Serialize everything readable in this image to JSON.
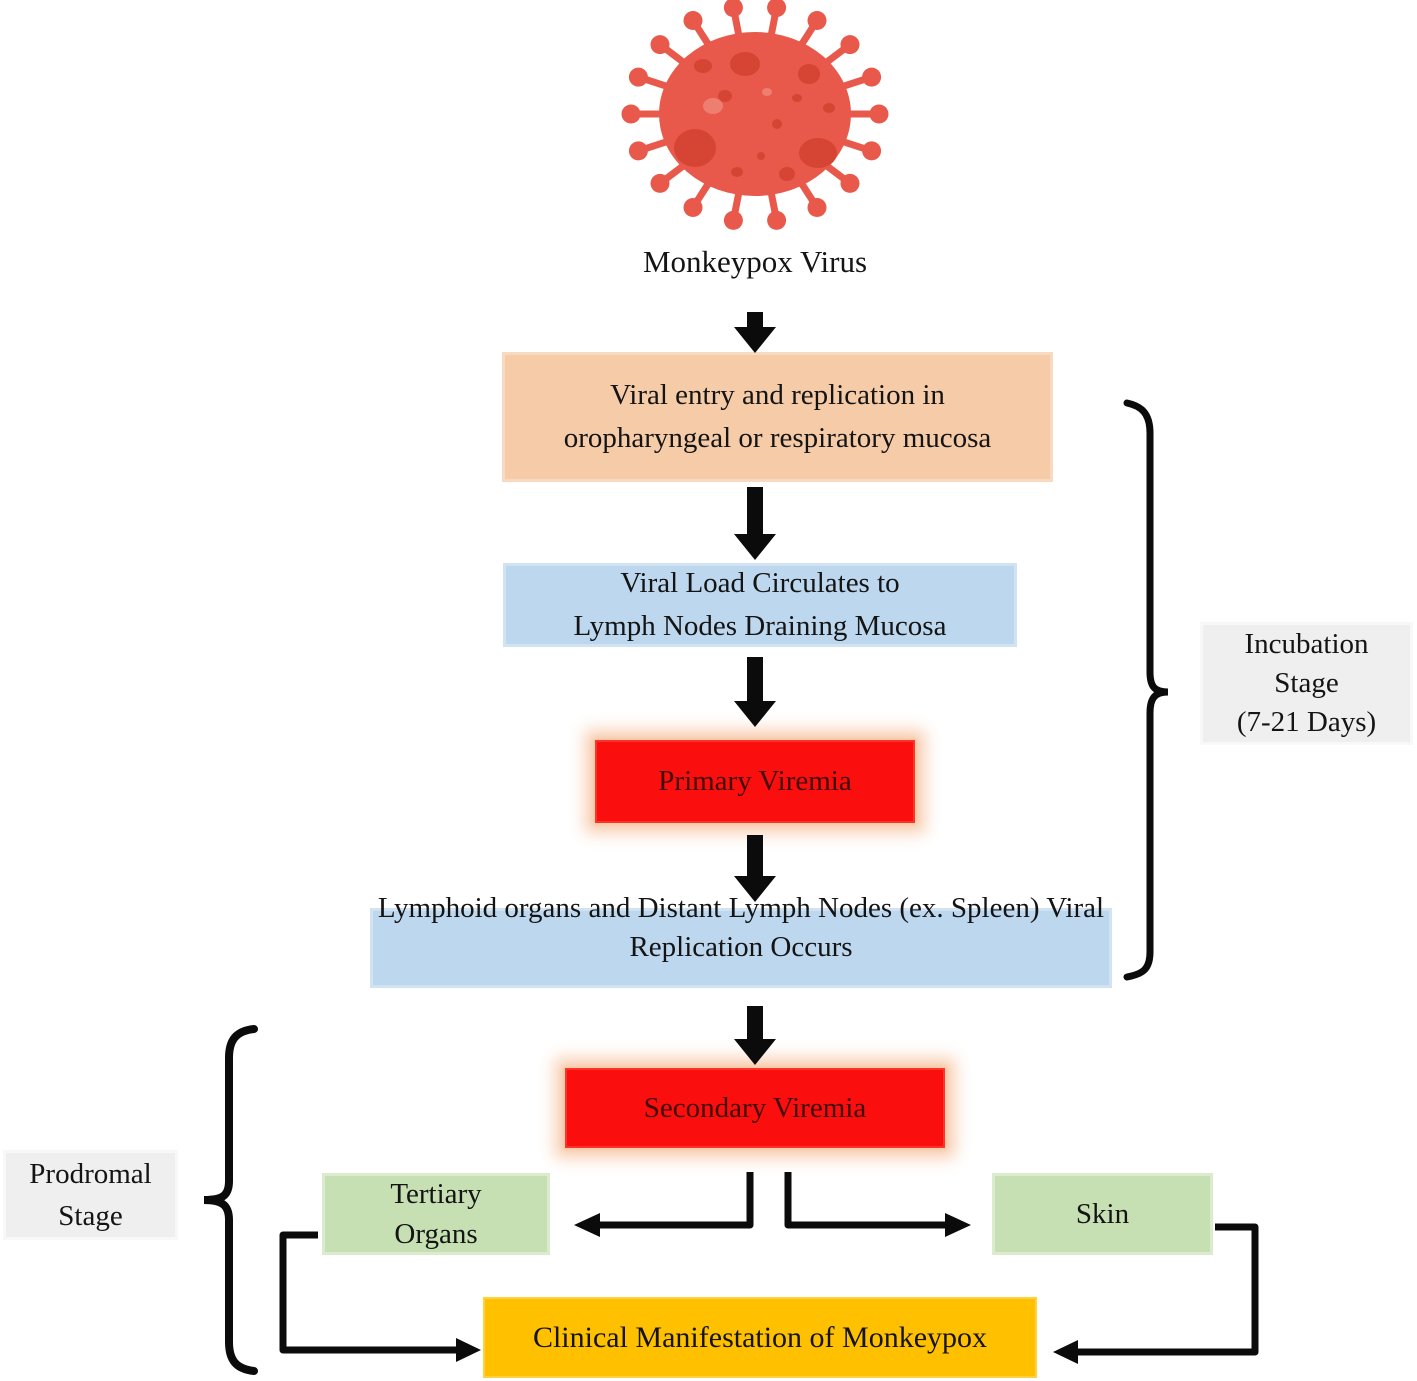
{
  "virus": {
    "label": "Monkeypox Virus"
  },
  "boxes": {
    "entry": {
      "lines": [
        "Viral entry and replication in",
        "oropharyngeal or respiratory mucosa"
      ]
    },
    "lymph_drain": {
      "lines": [
        "Viral Load Circulates to",
        "Lymph Nodes Draining Mucosa"
      ]
    },
    "primary_viremia": {
      "label": "Primary Viremia"
    },
    "lymphoid_organs": {
      "lines": [
        "Lymphoid organs and Distant Lymph Nodes (ex.",
        "Spleen)",
        "Viral Replication Occurs"
      ]
    },
    "secondary_viremia": {
      "label": "Secondary Viremia"
    },
    "tertiary_organs": {
      "lines": [
        "Tertiary",
        "Organs"
      ]
    },
    "skin": {
      "label": "Skin"
    },
    "clinical": {
      "label": "Clinical Manifestation of Monkeypox"
    }
  },
  "stages": {
    "incubation": {
      "lines": [
        "Incubation",
        "Stage",
        "(7-21 Days)"
      ]
    },
    "prodromal": {
      "lines": [
        "Prodromal",
        "Stage"
      ]
    }
  },
  "colors": {
    "virus_body": "#E8594B",
    "virus_spot": "#D64534",
    "virus_spot_light": "#EE7E70",
    "entry_bg": "#F5CBA8",
    "lymph_bg": "#BDD7EE",
    "viremia_bg": "#FB0E0E",
    "viremia_glow": "#F8CBAD",
    "viremia_text": "#3F0C08",
    "organ_bg": "#C6E0B4",
    "clinical_bg": "#FFC000",
    "stage_label_bg": "#EFEFEF",
    "line": "#0B0B0B"
  }
}
